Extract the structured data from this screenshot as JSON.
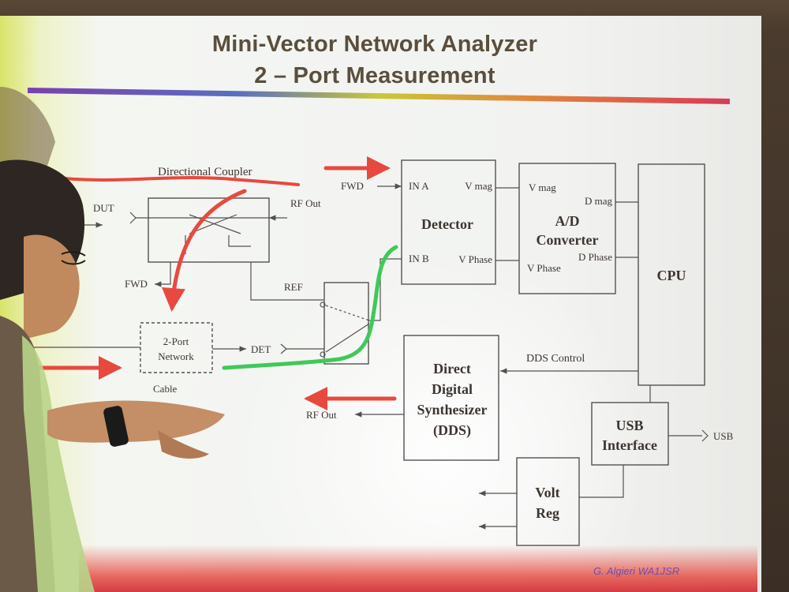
{
  "title": {
    "line1": "Mini-Vector Network  Analyzer",
    "line2": "2 – Port Measurement"
  },
  "blocks": {
    "detector": "Detector",
    "ad_line1": "A/D",
    "ad_line2": "Converter",
    "cpu": "CPU",
    "dds_line1": "Direct",
    "dds_line2": "Digital",
    "dds_line3": "Synthesizer",
    "dds_line4": "(DDS)",
    "usb_line1": "USB",
    "usb_line2": "Interface",
    "volt_line1": "Volt",
    "volt_line2": "Reg",
    "two_port_line1": "2-Port",
    "two_port_line2": "Network"
  },
  "labels": {
    "directional_coupler": "Directional Coupler",
    "dut": "DUT",
    "rf_out_top": "RF Out",
    "fwd_left": "FWD",
    "fwd_top": "FWD",
    "ref": "REF",
    "det": "DET",
    "cable": "Cable",
    "rf_out_bottom": "RF Out",
    "in_a": "IN A",
    "in_b": "IN B",
    "v_mag_det": "V mag",
    "v_phase_det": "V Phase",
    "v_mag_ad": "V mag",
    "v_phase_ad": "V Phase",
    "d_mag": "D mag",
    "d_phase": "D Phase",
    "dds_control": "DDS Control",
    "usb": "USB"
  },
  "credit": "G. Algieri WA1JSR",
  "colors": {
    "annotation_red": "#e8493f",
    "annotation_green": "#3fc95a",
    "line": "#555050",
    "box_text": "#3e3530"
  }
}
